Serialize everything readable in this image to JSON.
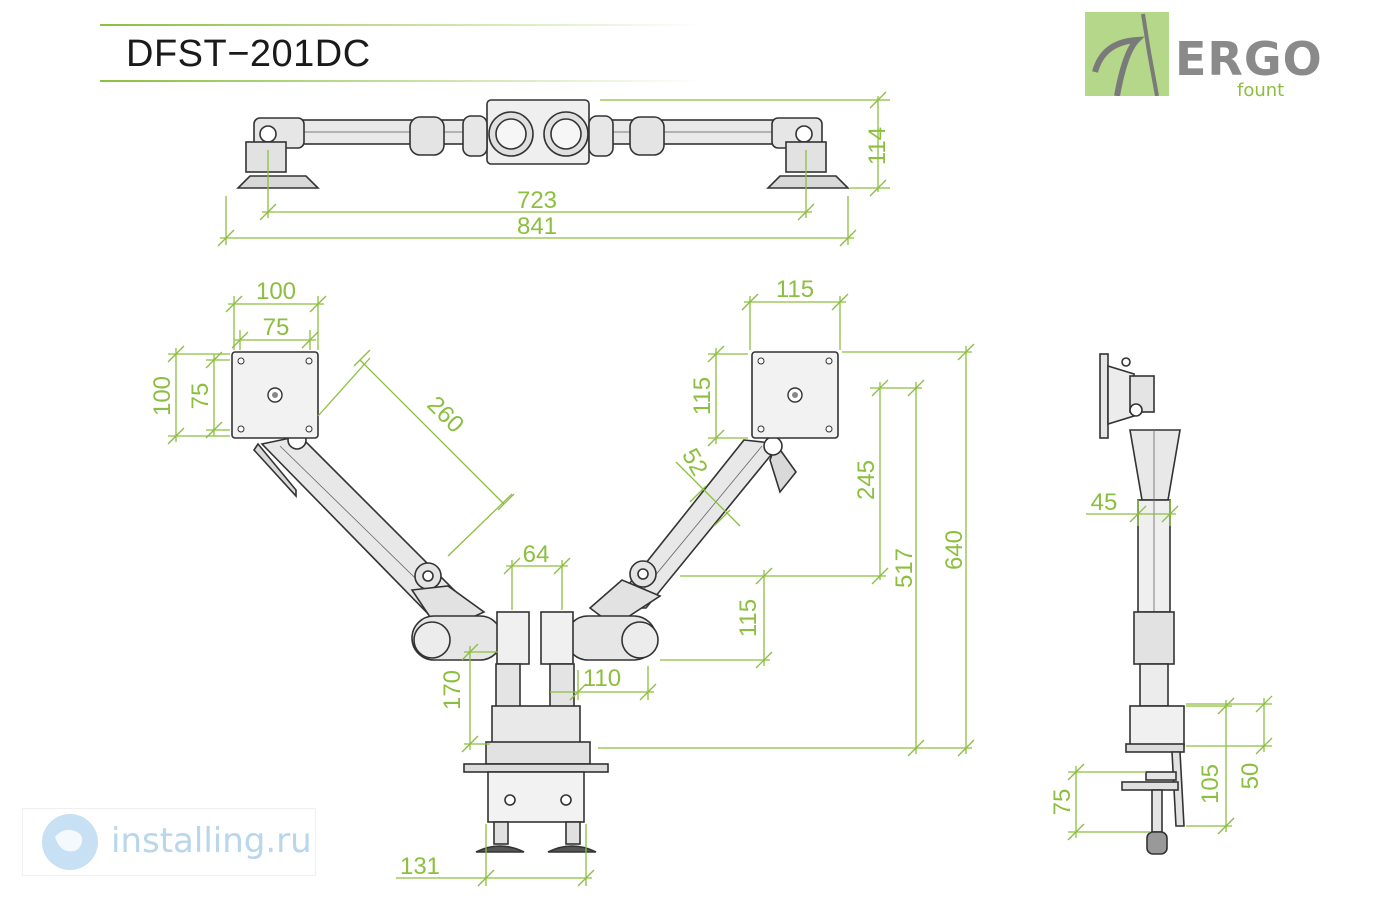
{
  "document": {
    "model": "DFST−201DC"
  },
  "brand": {
    "logo_text": "ERGO",
    "logo_subtext": "fount"
  },
  "watermark": {
    "text": "installing.ru"
  },
  "colors": {
    "accent_green": "#8cbf3f",
    "dim_line": "#8cbf3f",
    "part_stroke": "#333333",
    "part_fill": "#e9e9e9",
    "logo_green": "#b5d78a",
    "logo_gray": "#8a8a8a",
    "watermark_blue": "#b8d6ec"
  },
  "dimensions": {
    "top_view": {
      "height": "114",
      "inner_span": "723",
      "overall_span": "841"
    },
    "front_view": {
      "left_vesa_outer_w": "100",
      "left_vesa_inner_w": "75",
      "left_vesa_outer_h": "100",
      "left_vesa_inner_h": "75",
      "arm_length": "260",
      "right_vesa_w": "115",
      "right_vesa_h": "115",
      "arm_offset": "52",
      "pole_spacing": "64",
      "rise": "245",
      "elbow_height": "115",
      "mid_height": "517",
      "max_height": "640",
      "joint_spacing": "110",
      "pole_height": "170",
      "clamp_width": "131"
    },
    "side_view": {
      "arm_depth": "45",
      "clamp_depth": "75",
      "clamp_opening": "105",
      "base_height": "50"
    }
  }
}
